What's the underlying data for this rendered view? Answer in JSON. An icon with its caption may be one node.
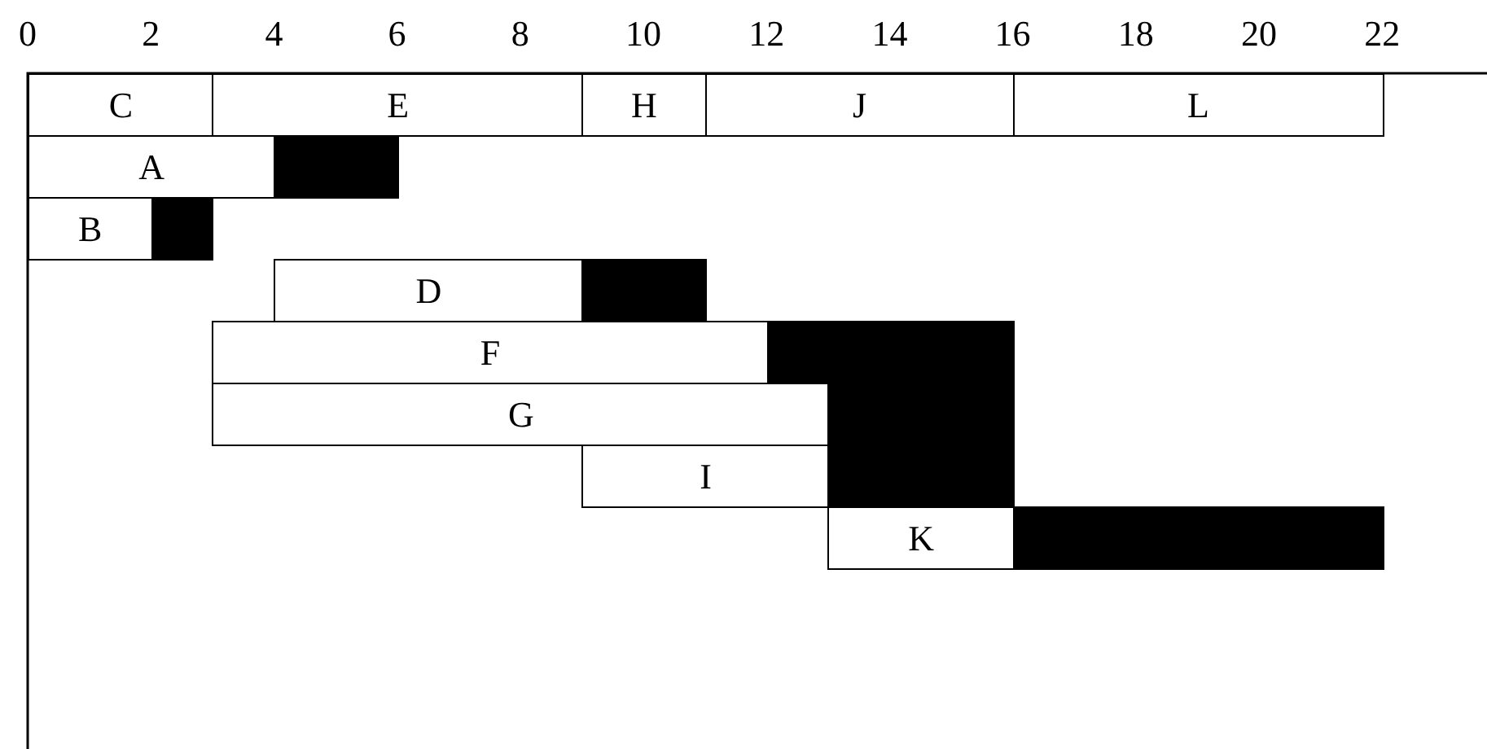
{
  "diagram": {
    "nodes": [
      {
        "text": [
          "C"
        ]
      },
      {
        "text": [
          "E"
        ]
      },
      {
        "text": [
          "H"
        ]
      },
      {
        "text": [
          "J"
        ]
      },
      {
        "text": [
          "L"
        ]
      },
      {
        "text": [
          "A"
        ]
      },
      {
        "text": [],
        "shape": "bar"
      },
      {
        "text": [
          "B"
        ]
      },
      {
        "text": [],
        "shape": "bar"
      },
      {
        "text": [
          "D"
        ]
      },
      {
        "text": [],
        "shape": "bar"
      },
      {
        "text": [
          "F"
        ]
      },
      {
        "text": [],
        "shape": "bar"
      },
      {
        "text": [
          "G"
        ]
      },
      {
        "text": [],
        "shape": "bar"
      },
      {
        "text": [
          "I"
        ]
      },
      {
        "text": [],
        "shape": "bar"
      },
      {
        "text": [
          "K"
        ]
      },
      {
        "text": [],
        "shape": "bar"
      }
    ],
    "labels": [
      "0",
      "2",
      "4",
      "6",
      "8",
      "10",
      "12",
      "14",
      "16",
      "18",
      "20",
      "22"
    ]
  }
}
